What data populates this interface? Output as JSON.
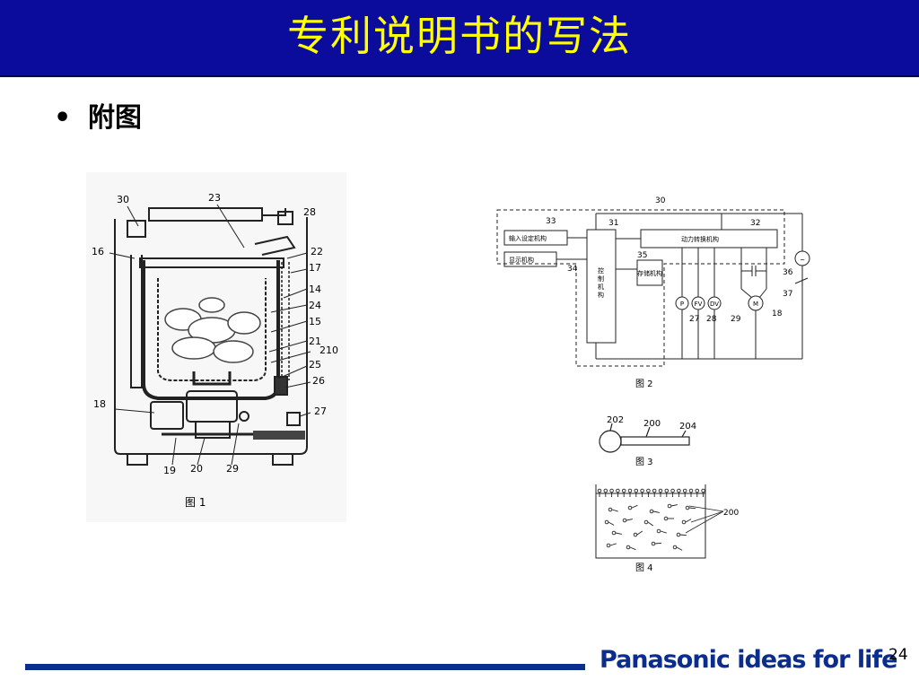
{
  "slide": {
    "title": "专利说明书的写法",
    "bullet_text": "附图",
    "bullet_glyph": "•",
    "page_number": "24"
  },
  "colors": {
    "banner": "#0b0b9c",
    "title_text": "#ffff00",
    "brand": "#0b2d8e"
  },
  "fig1": {
    "caption": "图 1",
    "labels": [
      "30",
      "23",
      "28",
      "16",
      "22",
      "17",
      "14",
      "24",
      "15",
      "21",
      "210",
      "25",
      "26",
      "18",
      "27",
      "19",
      "20",
      "29"
    ]
  },
  "fig2": {
    "caption": "图 2",
    "labels": {
      "n30": "30",
      "n33": "33",
      "n31": "31",
      "n32": "32",
      "n35": "35",
      "n34": "34",
      "n36": "36",
      "n37": "37",
      "n27": "27",
      "n28": "28",
      "n29": "29",
      "n18": "18"
    },
    "blocks": {
      "input": "输入设定机构",
      "display": "显示机构",
      "control": "控制机构",
      "storage": "存储机构",
      "power": "动力转换机构"
    },
    "circles": [
      "P",
      "FV",
      "DV",
      "M"
    ],
    "ac_symbol": "~"
  },
  "fig3": {
    "caption": "图 3",
    "labels": [
      "202",
      "200",
      "204"
    ]
  },
  "fig4": {
    "caption": "图 4",
    "labels": [
      "200"
    ]
  },
  "footer": {
    "brand": "Panasonic ideas for life"
  }
}
